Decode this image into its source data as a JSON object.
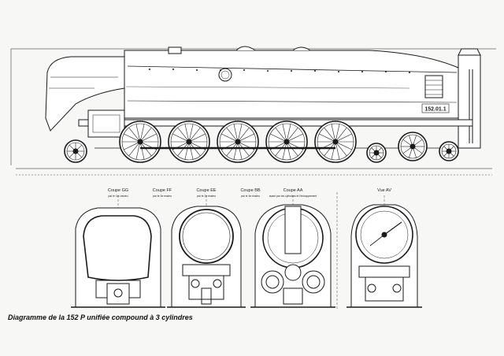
{
  "locomotive": {
    "number_plate": "152.01.1"
  },
  "sections": [
    {
      "title": "Coupe GG",
      "note": "par le 1er essieu"
    },
    {
      "title": "Coupe FF",
      "note": "par le 3e essieu"
    },
    {
      "title": "Coupe EE",
      "note": "par le 2e essieu"
    },
    {
      "title": "Coupe BB",
      "note": "par le 4e essieu"
    },
    {
      "title": "Coupe AA",
      "note": "avant par les cylindres et l'échappement"
    },
    {
      "title": "Vue AV",
      "note": ""
    }
  ],
  "caption": "Diagramme de la 152 P unifiée compound à 3 cylindres",
  "colors": {
    "ink": "#1a1a1a",
    "paper": "#f7f7f5"
  }
}
